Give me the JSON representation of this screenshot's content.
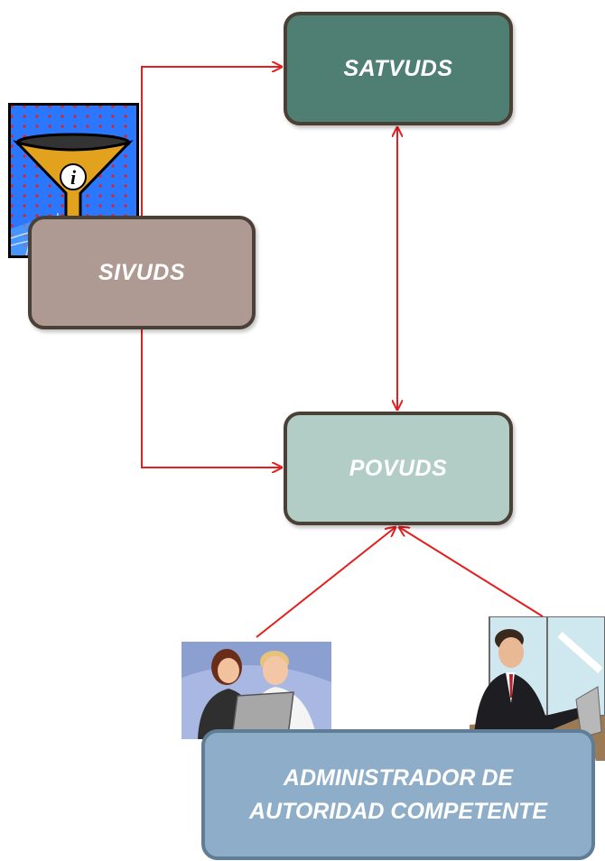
{
  "nodes": {
    "satvuds": {
      "label": "SATVUDS",
      "fill": "#4f7f72"
    },
    "sivuds": {
      "label": "SIVUDS",
      "fill": "#ae9a92"
    },
    "povuds": {
      "label": "POVUDS",
      "fill": "#b1cdc6"
    }
  },
  "admin_box": {
    "line1": "ADMINISTRADOR DE",
    "line2": "AUTORIDAD COMPETENTE",
    "fill": "#8eadc8"
  },
  "connector_color": "#e41d1d",
  "icons": {
    "info_filter": "info-funnel-icon",
    "team": "team-at-laptop-icon",
    "admin": "businessman-at-laptop-icon"
  }
}
